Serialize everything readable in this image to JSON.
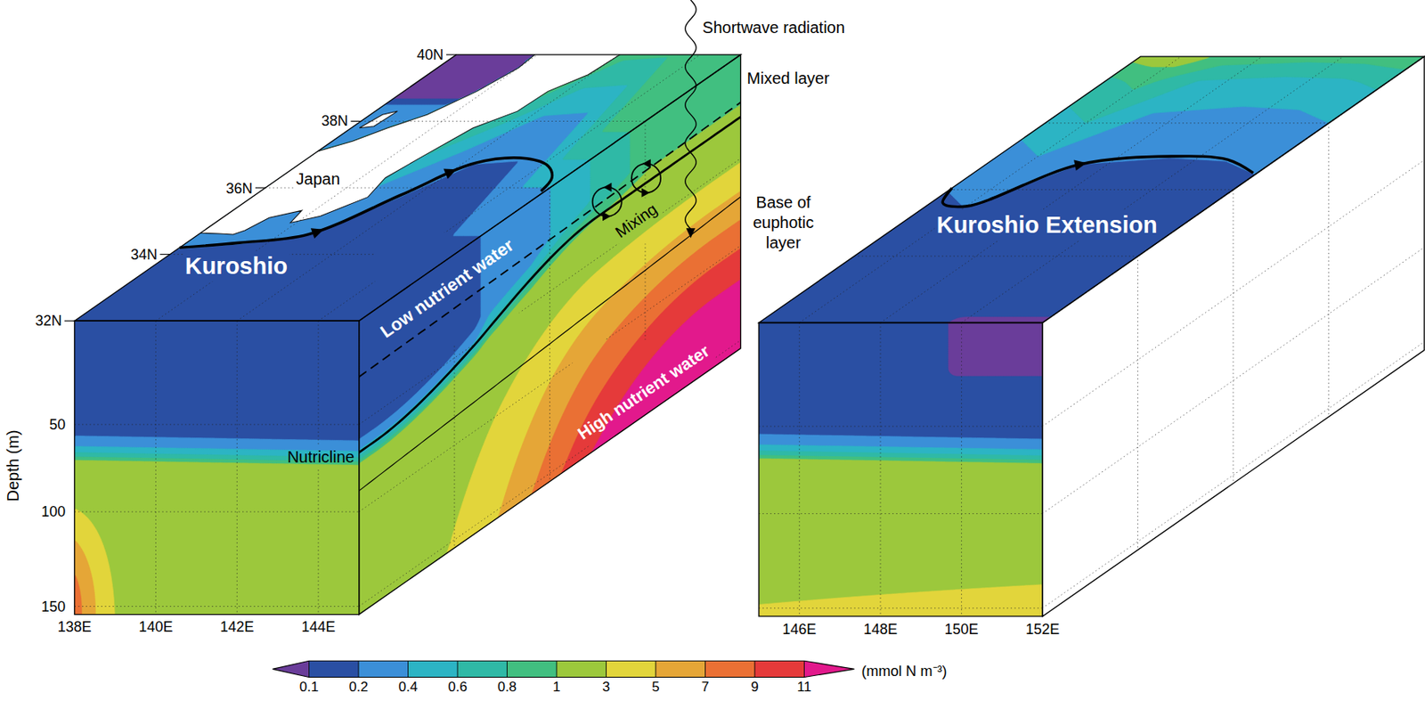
{
  "diagram": {
    "labels": [
      "Shortwave radiation",
      "40N",
      "Mixed layer",
      "38N",
      "36N",
      "Japan",
      "Mixing",
      "Base of euphotic layer",
      "34N",
      "Kuroshio",
      "Low nutrient water",
      "Kuroshio Extension",
      "32N",
      "Depth (m)",
      "50",
      "Nutricline",
      "High nutrient water",
      "100",
      "150",
      "138E",
      "140E",
      "142E",
      "144E",
      "146E",
      "148E",
      "150E",
      "152E",
      "0.1",
      "0.2",
      "0.4",
      "0.6",
      "0.8",
      "1",
      "3",
      "5",
      "7",
      "9",
      "11",
      "(mmol N m⁻³)"
    ]
  }
}
